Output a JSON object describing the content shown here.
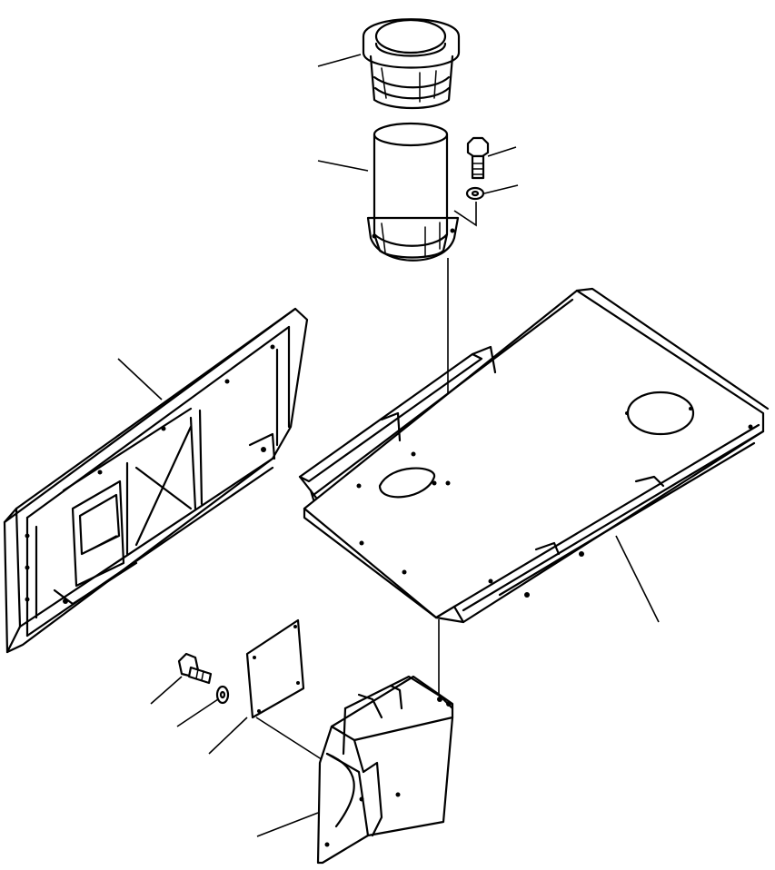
{
  "parts": [
    {
      "name": "muffler-cap"
    },
    {
      "name": "precleaner-pipe"
    },
    {
      "name": "bolt-top"
    },
    {
      "name": "washer-top"
    },
    {
      "name": "side-panel-left"
    },
    {
      "name": "top-cover-plate"
    },
    {
      "name": "bolt-lower"
    },
    {
      "name": "washer-lower"
    },
    {
      "name": "inspection-cover"
    },
    {
      "name": "bracket-box"
    }
  ],
  "colors": {
    "line": "#000000",
    "background": "#ffffff"
  }
}
